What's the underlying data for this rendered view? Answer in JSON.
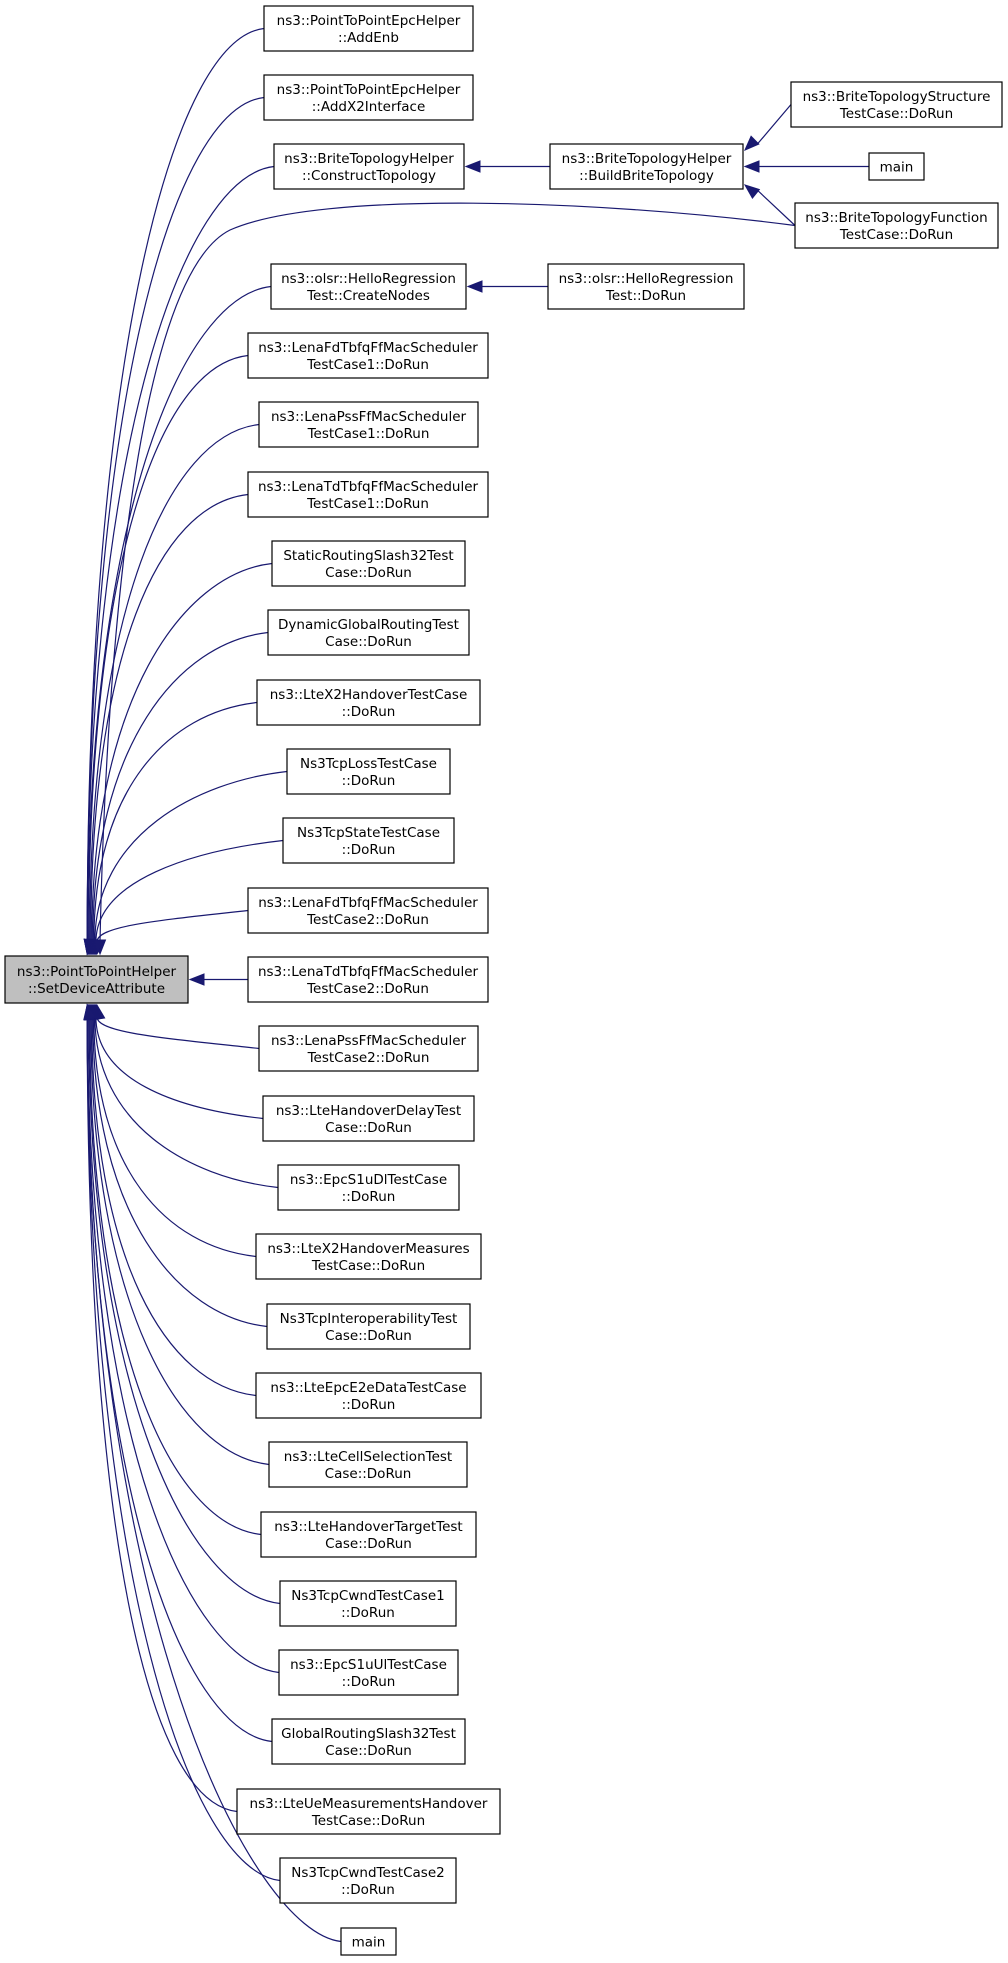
{
  "diagram": {
    "title": "",
    "colors": {
      "edge": "#191970",
      "root_fill": "#bfbfbf",
      "node_fill": "#ffffff",
      "border": "#000000"
    },
    "nodes": [
      {
        "id": "root",
        "lines": [
          "ns3::PointToPointHelper",
          "::SetDeviceAttribute"
        ]
      },
      {
        "id": "n1",
        "lines": [
          "ns3::PointToPointEpcHelper",
          "::AddEnb"
        ]
      },
      {
        "id": "n2",
        "lines": [
          "ns3::PointToPointEpcHelper",
          "::AddX2Interface"
        ]
      },
      {
        "id": "n3",
        "lines": [
          "ns3::BriteTopologyHelper",
          "::ConstructTopology"
        ]
      },
      {
        "id": "n4",
        "lines": [
          "ns3::BriteTopologyHelper",
          "::BuildBriteTopology"
        ]
      },
      {
        "id": "n5",
        "lines": [
          "ns3::BriteTopologyStructure",
          "TestCase::DoRun"
        ]
      },
      {
        "id": "n6",
        "lines": [
          "main"
        ]
      },
      {
        "id": "n7",
        "lines": [
          "ns3::BriteTopologyFunction",
          "TestCase::DoRun"
        ]
      },
      {
        "id": "n8",
        "lines": [
          "ns3::olsr::HelloRegression",
          "Test::CreateNodes"
        ]
      },
      {
        "id": "n9",
        "lines": [
          "ns3::olsr::HelloRegression",
          "Test::DoRun"
        ]
      },
      {
        "id": "n10",
        "lines": [
          "ns3::LenaFdTbfqFfMacScheduler",
          "TestCase1::DoRun"
        ]
      },
      {
        "id": "n11",
        "lines": [
          "ns3::LenaPssFfMacScheduler",
          "TestCase1::DoRun"
        ]
      },
      {
        "id": "n12",
        "lines": [
          "ns3::LenaTdTbfqFfMacScheduler",
          "TestCase1::DoRun"
        ]
      },
      {
        "id": "n13",
        "lines": [
          "StaticRoutingSlash32Test",
          "Case::DoRun"
        ]
      },
      {
        "id": "n14",
        "lines": [
          "DynamicGlobalRoutingTest",
          "Case::DoRun"
        ]
      },
      {
        "id": "n15",
        "lines": [
          "ns3::LteX2HandoverTestCase",
          "::DoRun"
        ]
      },
      {
        "id": "n16",
        "lines": [
          "Ns3TcpLossTestCase",
          "::DoRun"
        ]
      },
      {
        "id": "n17",
        "lines": [
          "Ns3TcpStateTestCase",
          "::DoRun"
        ]
      },
      {
        "id": "n18",
        "lines": [
          "ns3::LenaFdTbfqFfMacScheduler",
          "TestCase2::DoRun"
        ]
      },
      {
        "id": "n19",
        "lines": [
          "ns3::LenaTdTbfqFfMacScheduler",
          "TestCase2::DoRun"
        ]
      },
      {
        "id": "n20",
        "lines": [
          "ns3::LenaPssFfMacScheduler",
          "TestCase2::DoRun"
        ]
      },
      {
        "id": "n21",
        "lines": [
          "ns3::LteHandoverDelayTest",
          "Case::DoRun"
        ]
      },
      {
        "id": "n22",
        "lines": [
          "ns3::EpcS1uDlTestCase",
          "::DoRun"
        ]
      },
      {
        "id": "n23",
        "lines": [
          "ns3::LteX2HandoverMeasures",
          "TestCase::DoRun"
        ]
      },
      {
        "id": "n24",
        "lines": [
          "Ns3TcpInteroperabilityTest",
          "Case::DoRun"
        ]
      },
      {
        "id": "n25",
        "lines": [
          "ns3::LteEpcE2eDataTestCase",
          "::DoRun"
        ]
      },
      {
        "id": "n26",
        "lines": [
          "ns3::LteCellSelectionTest",
          "Case::DoRun"
        ]
      },
      {
        "id": "n27",
        "lines": [
          "ns3::LteHandoverTargetTest",
          "Case::DoRun"
        ]
      },
      {
        "id": "n28",
        "lines": [
          "Ns3TcpCwndTestCase1",
          "::DoRun"
        ]
      },
      {
        "id": "n29",
        "lines": [
          "ns3::EpcS1uUlTestCase",
          "::DoRun"
        ]
      },
      {
        "id": "n30",
        "lines": [
          "GlobalRoutingSlash32Test",
          "Case::DoRun"
        ]
      },
      {
        "id": "n31",
        "lines": [
          "ns3::LteUeMeasurementsHandover",
          "TestCase::DoRun"
        ]
      },
      {
        "id": "n32",
        "lines": [
          "Ns3TcpCwndTestCase2",
          "::DoRun"
        ]
      },
      {
        "id": "n33",
        "lines": [
          "main"
        ]
      }
    ],
    "edges": [
      {
        "from": "n1",
        "to": "root"
      },
      {
        "from": "n2",
        "to": "root"
      },
      {
        "from": "n3",
        "to": "root"
      },
      {
        "from": "n4",
        "to": "n3"
      },
      {
        "from": "n5",
        "to": "n4"
      },
      {
        "from": "n6",
        "to": "n4"
      },
      {
        "from": "n7",
        "to": "n4"
      },
      {
        "from": "n7",
        "to": "root"
      },
      {
        "from": "n8",
        "to": "root"
      },
      {
        "from": "n9",
        "to": "n8"
      },
      {
        "from": "n10",
        "to": "root"
      },
      {
        "from": "n11",
        "to": "root"
      },
      {
        "from": "n12",
        "to": "root"
      },
      {
        "from": "n13",
        "to": "root"
      },
      {
        "from": "n14",
        "to": "root"
      },
      {
        "from": "n15",
        "to": "root"
      },
      {
        "from": "n16",
        "to": "root"
      },
      {
        "from": "n17",
        "to": "root"
      },
      {
        "from": "n18",
        "to": "root"
      },
      {
        "from": "n19",
        "to": "root"
      },
      {
        "from": "n20",
        "to": "root"
      },
      {
        "from": "n21",
        "to": "root"
      },
      {
        "from": "n22",
        "to": "root"
      },
      {
        "from": "n23",
        "to": "root"
      },
      {
        "from": "n24",
        "to": "root"
      },
      {
        "from": "n25",
        "to": "root"
      },
      {
        "from": "n26",
        "to": "root"
      },
      {
        "from": "n27",
        "to": "root"
      },
      {
        "from": "n28",
        "to": "root"
      },
      {
        "from": "n29",
        "to": "root"
      },
      {
        "from": "n30",
        "to": "root"
      },
      {
        "from": "n31",
        "to": "root"
      },
      {
        "from": "n32",
        "to": "root"
      },
      {
        "from": "n33",
        "to": "root"
      }
    ]
  }
}
